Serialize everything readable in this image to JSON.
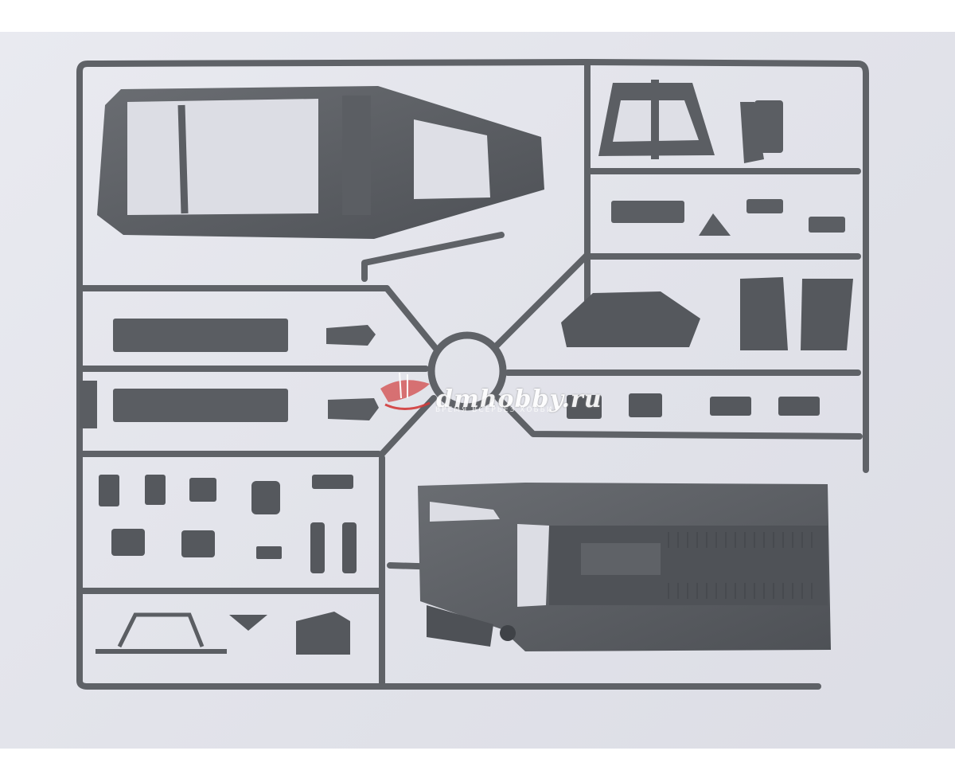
{
  "photo": {
    "subject": "plastic-model-kit-sprue",
    "background_color": "#e4e5ec",
    "plastic_color": "#5d6065"
  },
  "watermark": {
    "site": "dmhobby.ru",
    "tagline": "ВРЕМЯ ВСЕРЬЁЗ ХОББИ",
    "accent_color": "#d23a3a"
  }
}
